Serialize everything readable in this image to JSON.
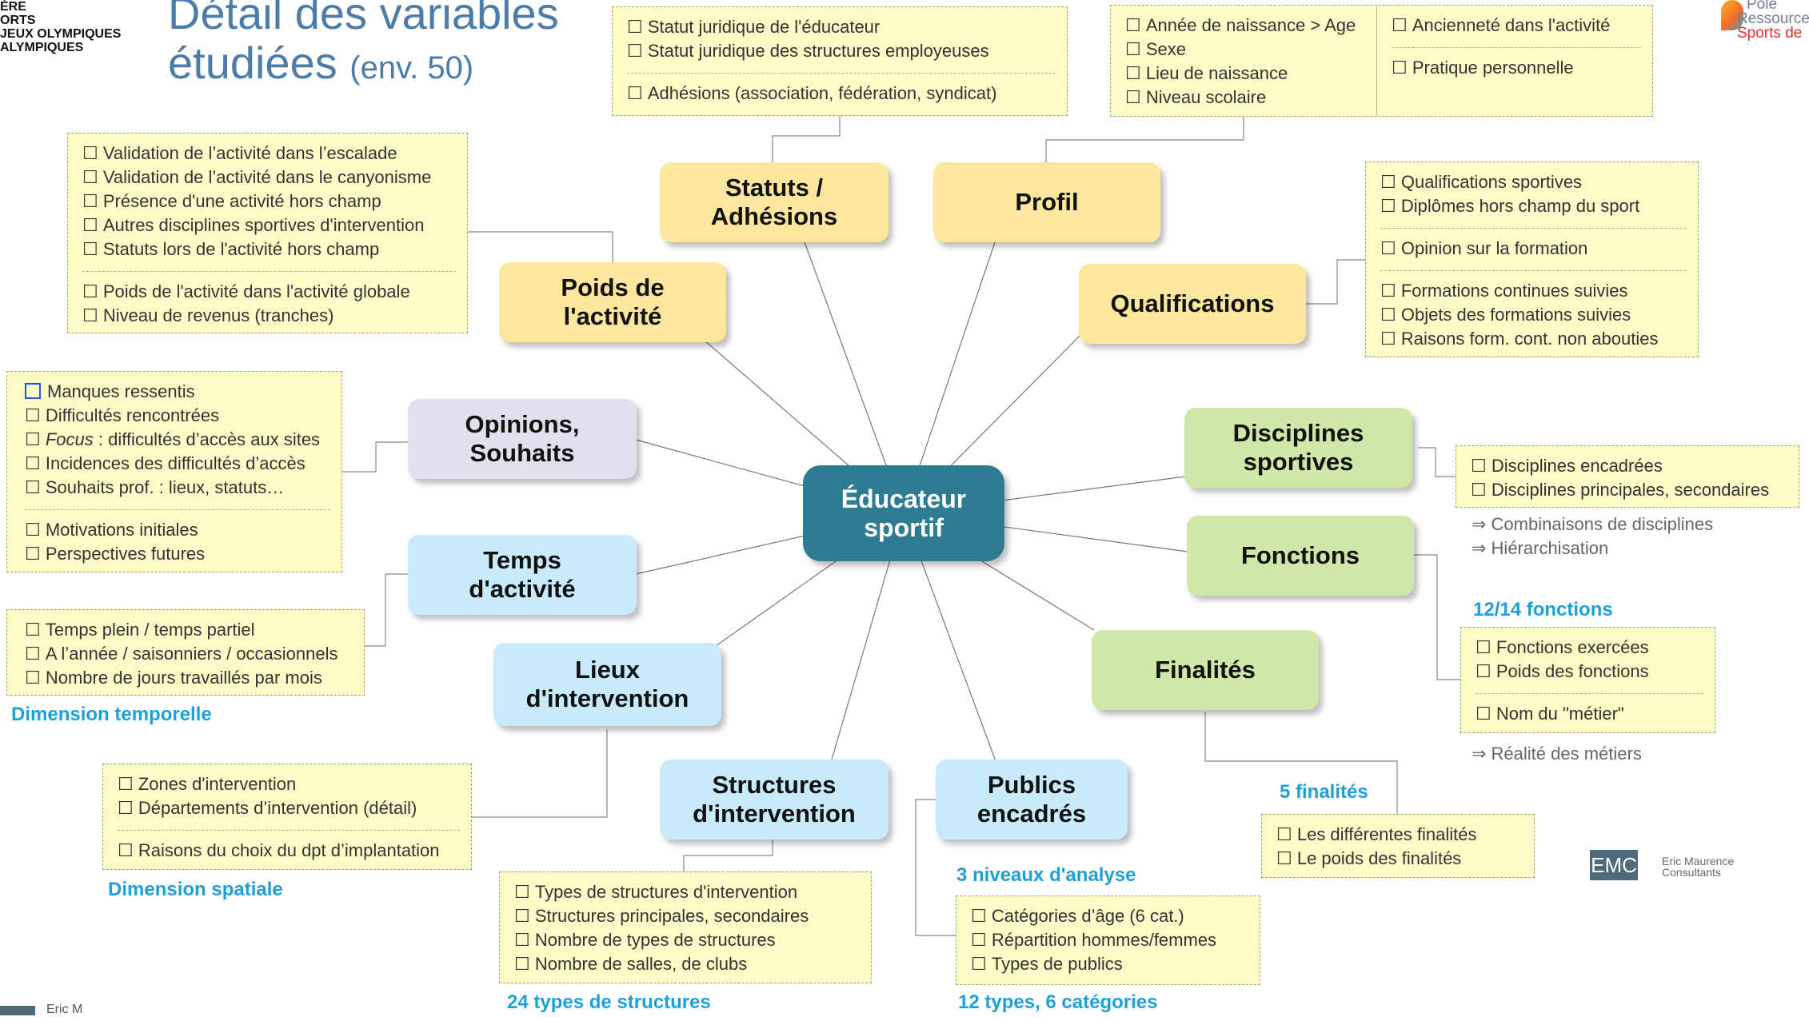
{
  "logo_left": {
    "lines": [
      "ÈRE",
      "ORTS",
      "JEUX OLYMPIQUES",
      "ALYMPIQUES"
    ]
  },
  "title": {
    "main_line1": "Détail des variables",
    "main_line2": "étudiées",
    "suffix": "(env. 50)"
  },
  "logo_right": {
    "line1": "Pôle",
    "line2": "Ressources",
    "line3": "Sports de"
  },
  "center": {
    "label": "Éducateur\nsportif",
    "color": "#2e7c92"
  },
  "nodes": {
    "statuts": "Statuts /\nAdhésions",
    "profil": "Profil",
    "poids": "Poids de\nl'activité",
    "qualifications": "Qualifications",
    "opinions": "Opinions,\nSouhaits",
    "disciplines": "Disciplines\nsportives",
    "temps": "Temps\nd'activité",
    "fonctions": "Fonctions",
    "lieux": "Lieux\nd'intervention",
    "finalites": "Finalités",
    "structures": "Structures\nd'intervention",
    "publics": "Publics\nencadrés"
  },
  "colors": {
    "yellow_node": "#fde79c",
    "green_node": "#cfe8a7",
    "blue_node": "#c7ebfb",
    "purple_node": "#e3dfec",
    "box_fill": "#fdfbc8",
    "caption": "#1f9fd8",
    "title": "#4c7ca8"
  },
  "boxes": {
    "statuts": {
      "group1": [
        "Statut juridique de l'éducateur",
        "Statut juridique des structures employeuses"
      ],
      "group2": [
        "Adhésions (association, fédération, syndicat)"
      ]
    },
    "profil": {
      "left": [
        "Année de naissance > Age",
        "Sexe",
        "Lieu de naissance",
        "Niveau scolaire"
      ],
      "right1": [
        "Ancienneté dans l'activité"
      ],
      "right2": [
        "Pratique personnelle"
      ]
    },
    "poids": {
      "group1": [
        "Validation de l’activité dans l’escalade",
        "Validation de l’activité dans le canyonisme",
        "Présence d'une activité hors champ",
        "Autres disciplines sportives d'intervention",
        "Statuts lors de l'activité hors champ"
      ],
      "group2": [
        "Poids de l'activité dans l'activité globale",
        "Niveau de revenus (tranches)"
      ]
    },
    "qualifications": {
      "group1": [
        "Qualifications sportives",
        "Diplômes hors champ du sport"
      ],
      "group2": [
        "Opinion sur la formation"
      ],
      "group3": [
        "Formations continues suivies",
        "Objets des formations suivies",
        "Raisons form. cont. non abouties"
      ]
    },
    "opinions": {
      "group1_first": "Manques ressentis",
      "group1": [
        "Difficultés rencontrées"
      ],
      "focus_prefix": "Focus",
      "focus_rest": " : difficultés d’accès aux sites",
      "group1b": [
        "Incidences des difficultés d’accès",
        "Souhaits prof. : lieux, statuts…"
      ],
      "group2": [
        "Motivations initiales",
        "Perspectives futures"
      ]
    },
    "disciplines": {
      "group1": [
        "Disciplines encadrées",
        "Disciplines principales, secondaires"
      ],
      "notes": [
        "⇒ Combinaisons de disciplines",
        "⇒ Hiérarchisation"
      ]
    },
    "temps": {
      "group1": [
        "Temps plein / temps partiel",
        "A l’année / saisonniers / occasionnels",
        "Nombre de jours travaillés par mois"
      ],
      "caption": "Dimension temporelle"
    },
    "fonctions": {
      "caption": "12/14 fonctions",
      "group1": [
        "Fonctions exercées",
        "Poids des fonctions"
      ],
      "group2": [
        "Nom du \"métier\""
      ],
      "note": "⇒ Réalité des métiers"
    },
    "lieux": {
      "group1": [
        "Zones d'intervention",
        "Départements d’intervention (détail)"
      ],
      "group2": [
        "Raisons du choix du dpt d’implantation"
      ],
      "caption": "Dimension spatiale"
    },
    "finalites": {
      "caption": "5 finalités",
      "group1": [
        "Les différentes finalités",
        "Le poids des finalités"
      ]
    },
    "structures": {
      "group1": [
        "Types de structures d'intervention",
        "Structures principales, secondaires",
        "Nombre de types de structures",
        "Nombre de salles, de clubs"
      ],
      "caption": "24 types de structures"
    },
    "publics": {
      "caption_top": "3 niveaux d'analyse",
      "group1": [
        "Catégories d’âge (6 cat.)",
        "Répartition hommes/femmes",
        "Types de publics"
      ],
      "caption_bottom": "12 types, 6 catégories"
    }
  },
  "emc": {
    "badge": "EMC",
    "line1": "Eric Maurence",
    "line2": "Consultants"
  },
  "footer_left": "Eric M"
}
